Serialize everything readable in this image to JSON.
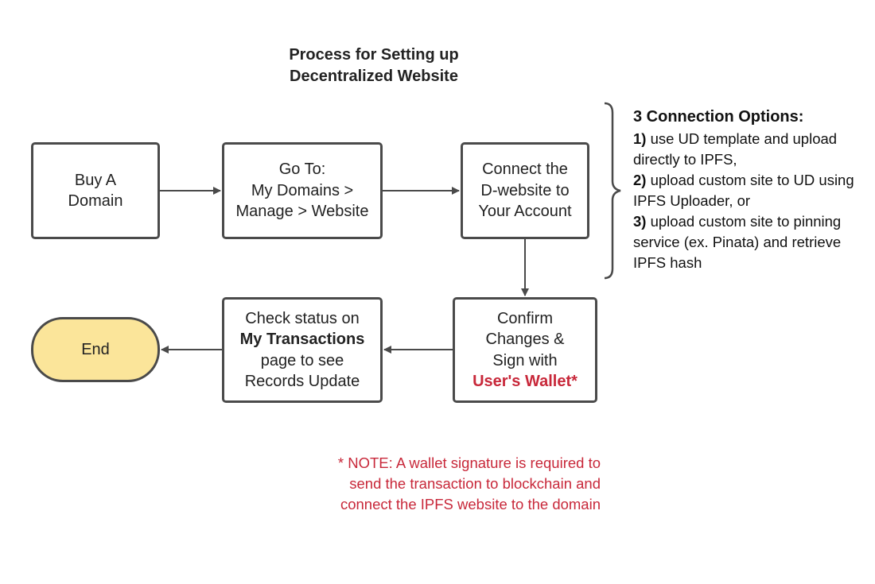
{
  "title": {
    "line1": "Process for Setting up",
    "line2": "Decentralized Website"
  },
  "nodes": {
    "buy": {
      "lines": [
        "Buy A",
        "Domain"
      ]
    },
    "goto": {
      "lines": [
        "Go To:",
        "My Domains >",
        "Manage > Website"
      ]
    },
    "connect": {
      "lines": [
        "Connect the",
        "D-website to",
        "Your Account"
      ]
    },
    "confirm": {
      "lines": [
        "Confirm",
        "Changes &",
        "Sign with"
      ],
      "highlight": "User's Wallet*"
    },
    "check": {
      "line1": "Check status on",
      "bold": "My Transactions",
      "line3": "page to see",
      "line4": "Records Update"
    },
    "end": {
      "label": "End"
    }
  },
  "options": {
    "heading": "3 Connection Options:",
    "items": [
      {
        "num": "1)",
        "text": " use UD template and upload directly to IPFS,"
      },
      {
        "num": "2)",
        "text": " upload custom site to UD using IPFS Uploader, or"
      },
      {
        "num": "3)",
        "text": " upload custom site to pinning service (ex. Pinata) and retrieve IPFS hash"
      }
    ]
  },
  "note": {
    "lines": [
      "* NOTE: A wallet signature is required to",
      "send the transaction to blockchain and",
      "connect the IPFS website to the domain"
    ]
  },
  "colors": {
    "border": "#4a4a4a",
    "terminal_fill": "#fbe59a",
    "accent_red": "#c8283a"
  }
}
